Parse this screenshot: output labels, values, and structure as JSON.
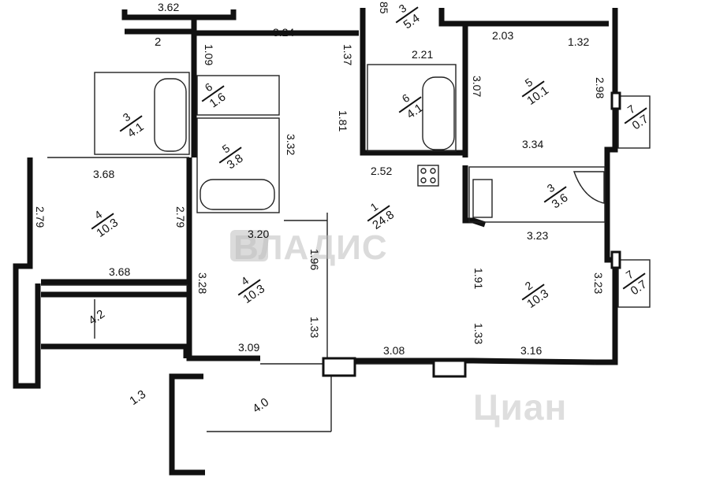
{
  "plan": {
    "rooms": [
      {
        "id": "living",
        "number": "1",
        "area": "24.8"
      },
      {
        "id": "bed-right",
        "number": "2",
        "area": "10.3"
      },
      {
        "id": "bath-right",
        "number": "3",
        "area": "3.6"
      },
      {
        "id": "wc-left",
        "number": "3",
        "area": "4.1"
      },
      {
        "id": "top-center",
        "number": "3",
        "area": "5.4"
      },
      {
        "id": "bed-left",
        "number": "4",
        "area": "10.3"
      },
      {
        "id": "bed-center",
        "number": "4",
        "area": "10.3"
      },
      {
        "id": "bed-topright",
        "number": "5",
        "area": "10.1"
      },
      {
        "id": "bath-center",
        "number": "5",
        "area": "3.8"
      },
      {
        "id": "bath-top",
        "number": "6",
        "area": "4.1"
      },
      {
        "id": "closet",
        "number": "6",
        "area": "1.6"
      },
      {
        "id": "balcony-right-top",
        "number": "7",
        "area": "0.7"
      },
      {
        "id": "balcony-right-bottom",
        "number": "7",
        "area": "0.7"
      },
      {
        "id": "loggia-left",
        "number": "4.2"
      },
      {
        "id": "loggia-bottom-left",
        "number": "1.3"
      },
      {
        "id": "loggia-center",
        "number": "4.0"
      },
      {
        "id": "small-room",
        "number": "2"
      }
    ],
    "dimensions": {
      "d1": "3.62",
      "d2": "3.24",
      "d3": "1.37",
      "d4": "1.09",
      "d5": "2.21",
      "d6": "2.03",
      "d7": "1.32",
      "d8": "3.07",
      "d9": "2.98",
      "d10": "3.34",
      "d11": "1.81",
      "d12": "3.32",
      "d13": "3.68",
      "d14": "2.79",
      "d15": "2.79",
      "d16": "2.52",
      "d17": "3.20",
      "d18": "1.96",
      "d19": "3.23",
      "d20": "3.68",
      "d21": "3.28",
      "d22": "1.91",
      "d23": "3.23",
      "d24": "1.33",
      "d25": "1.33",
      "d26": "3.09",
      "d27": "3.08",
      "d28": "3.16",
      "d29": "85"
    }
  },
  "watermarks": {
    "agency": "ВЛАДИС",
    "portal": "Циан"
  },
  "colors": {
    "wall": "#111111",
    "line": "#222222",
    "watermark": "#c8c8c8"
  }
}
